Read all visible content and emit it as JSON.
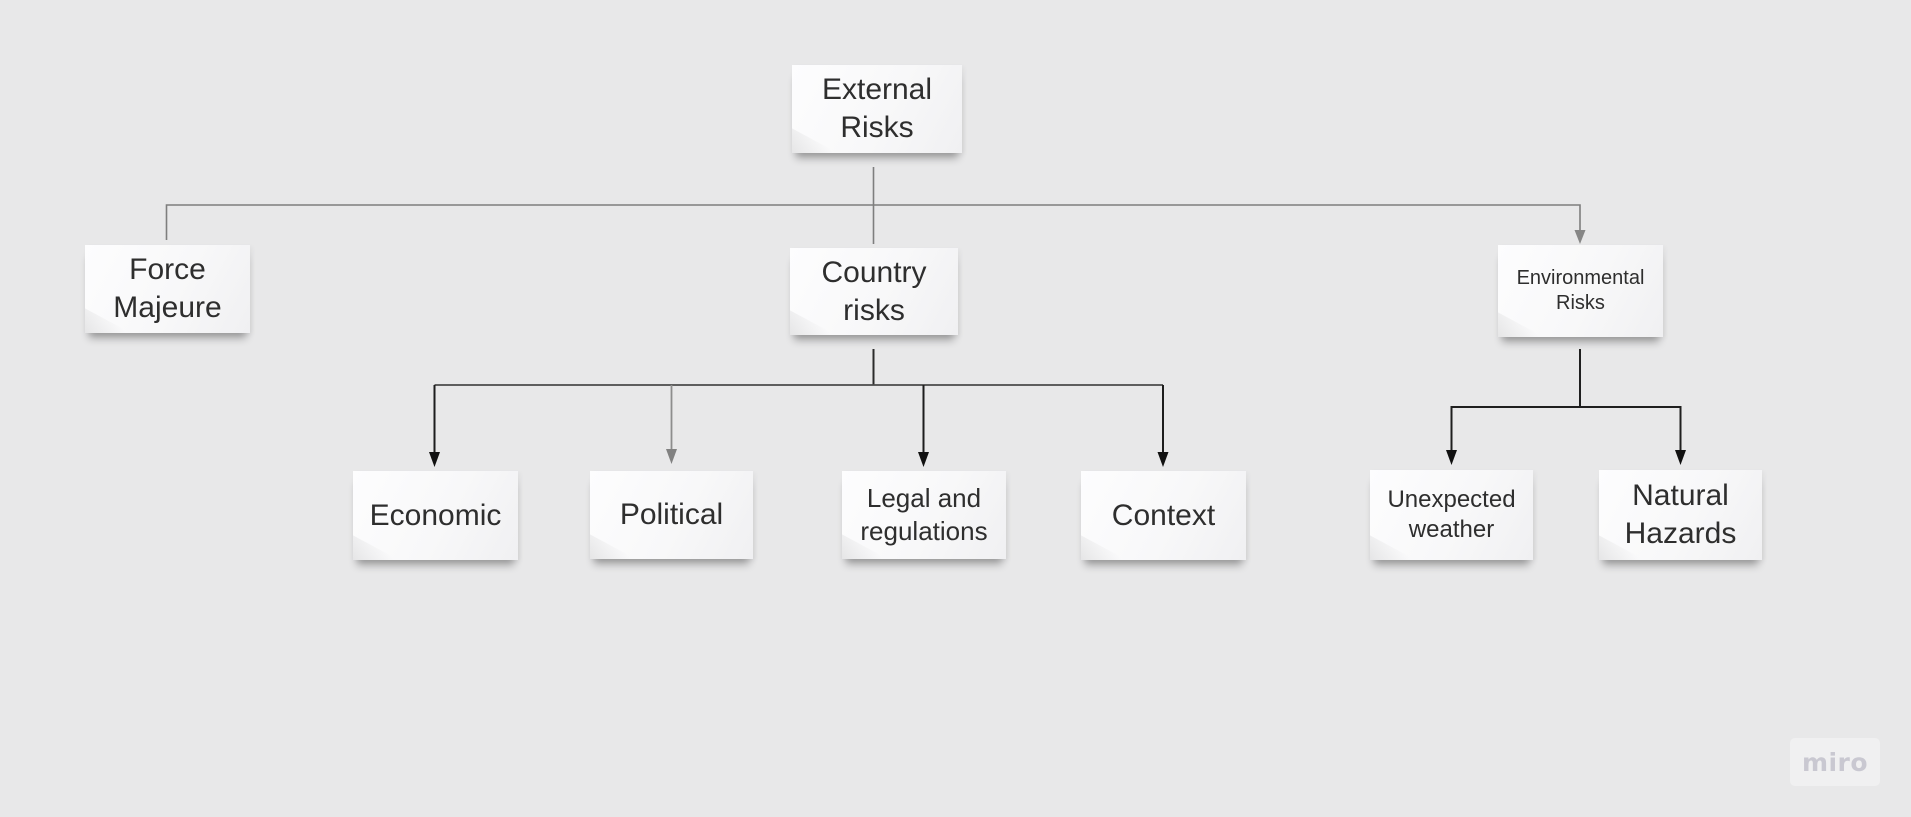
{
  "board": {
    "background_color": "#e8e8e9",
    "watermark": {
      "label": "miro",
      "text_color": "#c9c8d1"
    }
  },
  "diagram": {
    "type": "tree",
    "nodes": {
      "external_risks": {
        "label": "External Risks"
      },
      "force_majeure": {
        "label": "Force Majeure"
      },
      "country_risks": {
        "label": "Country risks"
      },
      "environmental_risks": {
        "label": "Environmental Risks"
      },
      "economic": {
        "label": "Economic"
      },
      "political": {
        "label": "Political"
      },
      "legal_and_regulations": {
        "label": "Legal and regulations"
      },
      "context": {
        "label": "Context"
      },
      "unexpected_weather": {
        "label": "Unexpected weather"
      },
      "natural_hazards": {
        "label": "Natural Hazards"
      }
    },
    "edges": [
      {
        "from": "external_risks",
        "to": "force_majeure",
        "arrowhead": false,
        "color": "gray"
      },
      {
        "from": "external_risks",
        "to": "country_risks",
        "arrowhead": false,
        "color": "gray"
      },
      {
        "from": "external_risks",
        "to": "environmental_risks",
        "arrowhead": true,
        "color": "gray"
      },
      {
        "from": "country_risks",
        "to": "economic",
        "arrowhead": true,
        "color": "black"
      },
      {
        "from": "country_risks",
        "to": "political",
        "arrowhead": true,
        "color": "gray"
      },
      {
        "from": "country_risks",
        "to": "legal_and_regulations",
        "arrowhead": true,
        "color": "black"
      },
      {
        "from": "country_risks",
        "to": "context",
        "arrowhead": true,
        "color": "black"
      },
      {
        "from": "environmental_risks",
        "to": "unexpected_weather",
        "arrowhead": true,
        "color": "black"
      },
      {
        "from": "environmental_risks",
        "to": "natural_hazards",
        "arrowhead": true,
        "color": "black"
      }
    ],
    "colors": {
      "sticky_note": "#f8f8f9",
      "note_text": "#2e2e2e",
      "connector_gray": "#7e7e7e",
      "connector_dark": "#1d1d1d"
    }
  }
}
